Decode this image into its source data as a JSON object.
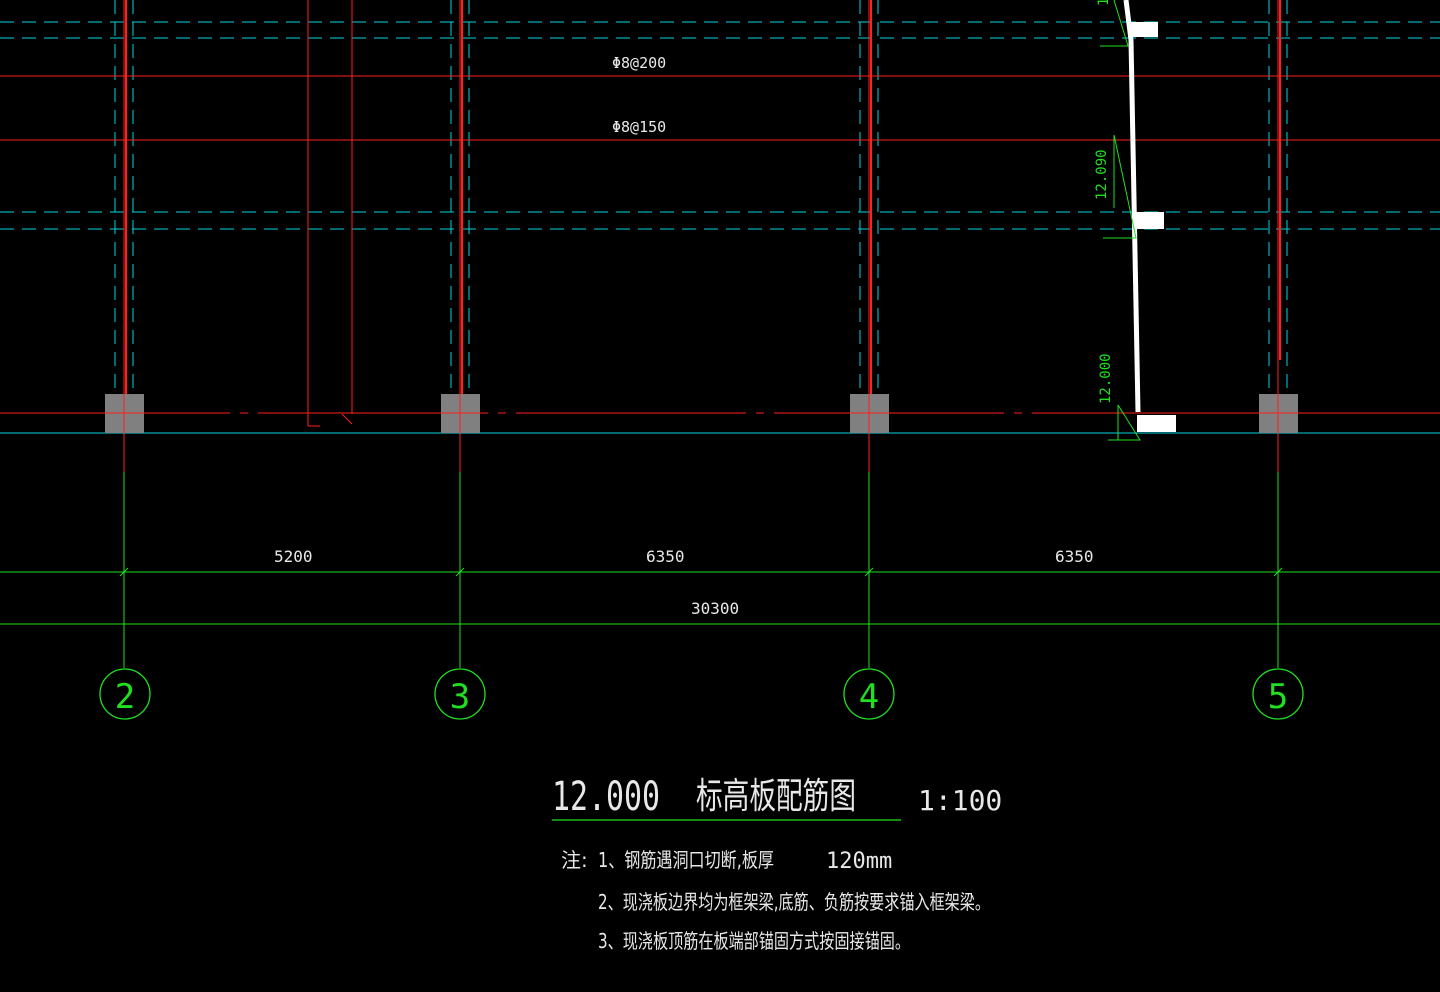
{
  "colors": {
    "background": "#000000",
    "grid_axis": "#ff2020",
    "dashed": "#00d5e0",
    "dimension": "#20e020",
    "column": "#808080",
    "wall": "#ffffff",
    "text": "#e8e8e8"
  },
  "rebar_labels": [
    "Φ8@200",
    "Φ8@150"
  ],
  "elevation_labels": [
    "1",
    "12.090",
    "12.000"
  ],
  "dimensions": {
    "spans": [
      "5200",
      "6350",
      "6350"
    ],
    "total": "30300"
  },
  "axes": [
    "2",
    "3",
    "4",
    "5"
  ],
  "title": {
    "elevation": "12.000",
    "name": "标高板配筋图",
    "scale": "1:100"
  },
  "notes": {
    "prefix": "注:",
    "items": [
      {
        "text": "1、钢筋遇洞口切断,板厚",
        "value": "120mm"
      },
      {
        "text": "2、现浇板边界均为框架梁,底筋、负筋按要求锚入框架梁。"
      },
      {
        "text": "3、现浇板顶筋在板端部锚固方式按固接锚固。"
      }
    ]
  }
}
